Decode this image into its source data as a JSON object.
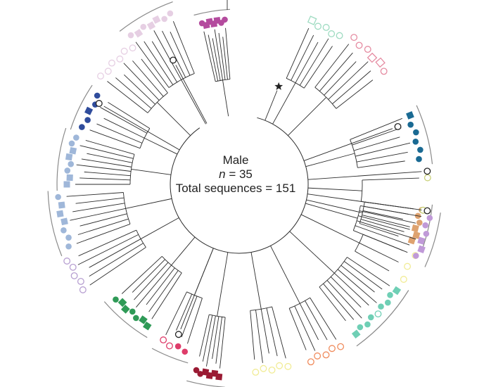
{
  "center": {
    "title": "Male",
    "n_var": "n",
    "n_eq": "= 35",
    "total": "Total sequences = 151"
  },
  "colors": {
    "branch": "#2b2b2b",
    "arc": "#8a8a8a",
    "pink_light": "#e6cfe3",
    "magenta": "#b44b9e",
    "blue_dark": "#2f4c9c",
    "blue_light": "#9fb7d9",
    "lavender": "#b79fd1",
    "green": "#2f9a57",
    "red": "#de3c6a",
    "maroon": "#9a1a33",
    "yellow": "#f1ec95",
    "orange": "#f08b5c",
    "teal": "#6fcfb5",
    "tan": "#dea26f",
    "purple": "#c09ad8",
    "steel_blue": "#1a6a93",
    "olive": "#c9d17a",
    "rose": "#e58ba1",
    "mint": "#9edbc1",
    "black": "#222222"
  },
  "legend_markers": {
    "root": "star-icon",
    "circle": "circle",
    "square": "square",
    "open": "open-marker"
  }
}
